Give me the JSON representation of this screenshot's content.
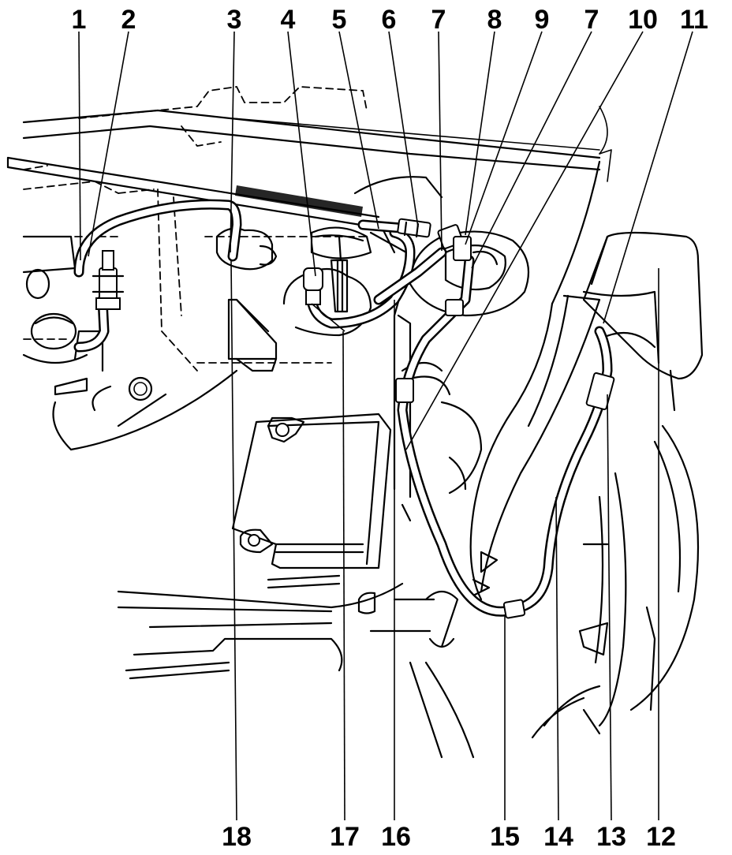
{
  "callouts": [
    {
      "id": "1",
      "label": "1"
    },
    {
      "id": "2",
      "label": "2"
    },
    {
      "id": "3",
      "label": "3"
    },
    {
      "id": "4",
      "label": "4"
    },
    {
      "id": "5",
      "label": "5"
    },
    {
      "id": "6",
      "label": "6"
    },
    {
      "id": "7a",
      "label": "7"
    },
    {
      "id": "8",
      "label": "8"
    },
    {
      "id": "9",
      "label": "9"
    },
    {
      "id": "7b",
      "label": "7"
    },
    {
      "id": "10",
      "label": "10"
    },
    {
      "id": "11",
      "label": "11"
    },
    {
      "id": "18",
      "label": "18"
    },
    {
      "id": "17",
      "label": "17"
    },
    {
      "id": "16",
      "label": "16"
    },
    {
      "id": "15",
      "label": "15"
    },
    {
      "id": "14",
      "label": "14"
    },
    {
      "id": "13",
      "label": "13"
    },
    {
      "id": "12",
      "label": "12"
    }
  ]
}
